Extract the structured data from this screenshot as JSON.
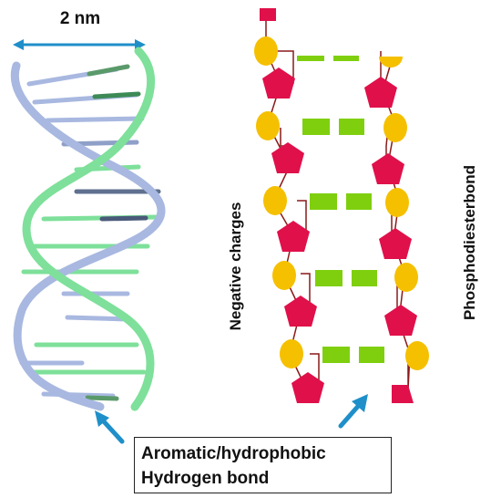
{
  "width_label": "2 nm",
  "negative_charges_label": "Negative charges",
  "phosphodiester_label": "Phosphodiesterbond",
  "caption": {
    "line1": "Aromatic/hydrophobic",
    "line2": "Hydrogen bond"
  },
  "colors": {
    "green_strand": "#7ee09a",
    "blue_strand": "#a8b8e0",
    "arrow": "#1f8fc9",
    "phosphate": "#e0104a",
    "sugar": "#f5c000",
    "base": "#7fcf0f",
    "backbone_line": "#8a1a1a"
  }
}
